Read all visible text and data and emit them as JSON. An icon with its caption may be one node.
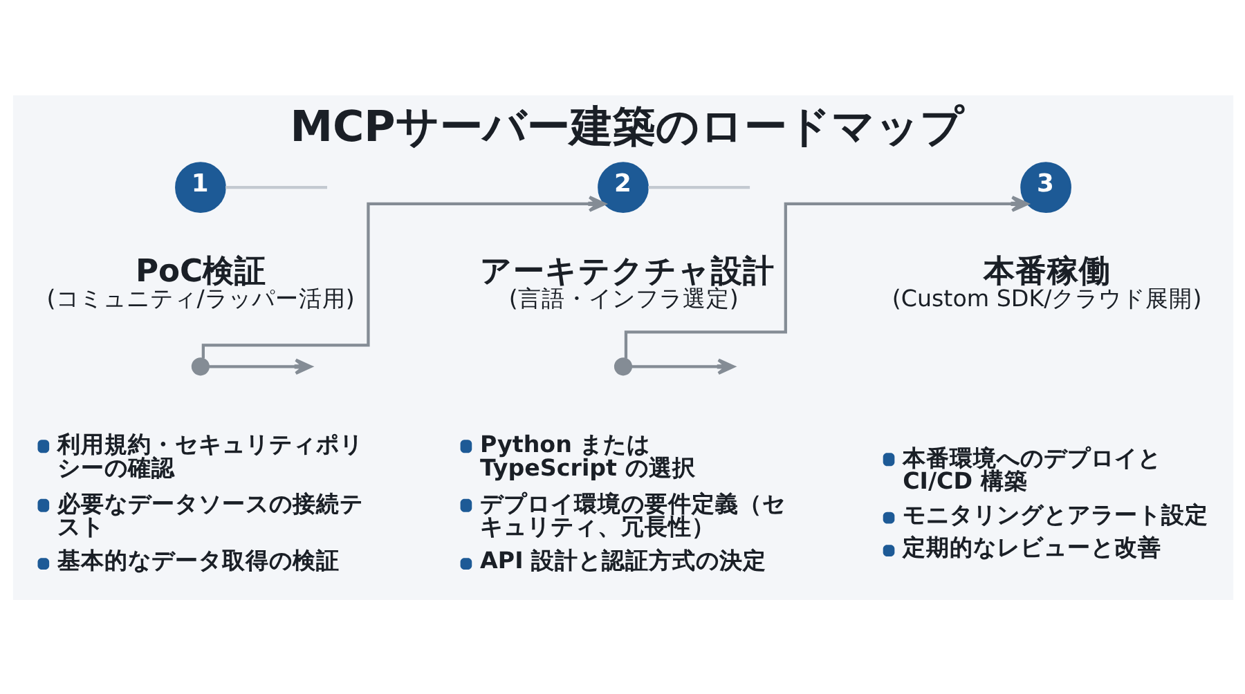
{
  "diagram": {
    "title": "MCPサーバー建築のロードマップ",
    "nodes": [
      {
        "text": [
          "1"
        ],
        "beside": [
          "PoC検証",
          "(コミュニティ/ラッパー活用)"
        ]
      },
      {
        "text": [],
        "shape": "circle"
      },
      {
        "text": [
          "2"
        ],
        "beside": [
          "アーキテクチャ設計",
          "(言語・インフラ選定)"
        ]
      },
      {
        "text": [],
        "shape": "circle"
      },
      {
        "text": [
          "3"
        ],
        "beside": [
          "本番稼働",
          "(Custom SDK/クラウド展開)"
        ]
      }
    ],
    "edges": [
      {
        "from": 0,
        "to": null,
        "arrow": "none",
        "color": "#c3c9d1"
      },
      {
        "from": 1,
        "to": 2,
        "arrow": "to"
      },
      {
        "from": 1,
        "to": null,
        "arrow": "to"
      },
      {
        "from": 2,
        "to": null,
        "arrow": "none",
        "color": "#c3c9d1"
      },
      {
        "from": 3,
        "to": 4,
        "arrow": "to"
      },
      {
        "from": 3,
        "to": null,
        "arrow": "to"
      }
    ],
    "labels": [
      "利用規約・セキュリティポリシーの確認",
      "必要なデータソースの接続テスト",
      "基本的なデータ取得の検証",
      "Python または TypeScript の選択",
      "デプロイ環境の要件定義（セキュリティ、冗長性）",
      "API 設計と認証方式の決定",
      "本番環境へのデプロイと CI/CD 構築",
      "モニタリングとアラート設定",
      "定期的なレビューと改善"
    ]
  }
}
